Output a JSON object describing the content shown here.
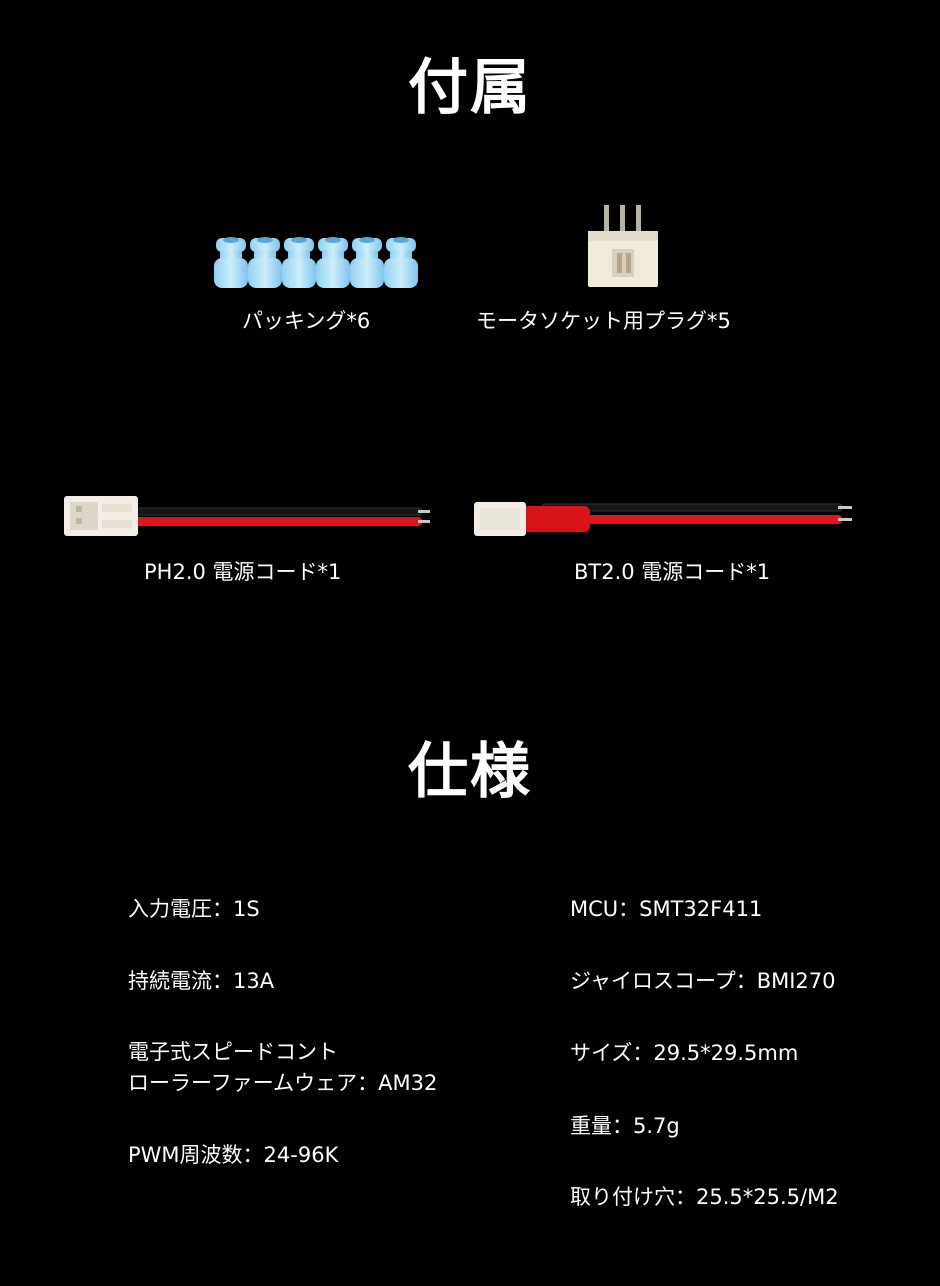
{
  "accessories": {
    "title": "付属",
    "items": [
      {
        "label": "パッキング*6",
        "icon": "rubber-grommet-set"
      },
      {
        "label": "モータソケット用プラグ*5",
        "icon": "three-pin-plug"
      },
      {
        "label": "PH2.0 電源コード*1",
        "icon": "ph20-power-cable"
      },
      {
        "label": "BT2.0 電源コード*1",
        "icon": "bt20-power-cable"
      }
    ]
  },
  "specs": {
    "title": "仕様",
    "left": [
      {
        "text": "入力電圧：1S"
      },
      {
        "text": "持続電流：13A"
      },
      {
        "line1": "電子式スピードコント",
        "line2": "ローラーファームウェア：AM32"
      },
      {
        "text": "PWM周波数：24-96K"
      }
    ],
    "right": [
      {
        "text": "MCU：SMT32F411"
      },
      {
        "text": "ジャイロスコープ：BMI270"
      },
      {
        "text": "サイズ：29.5*29.5mm"
      },
      {
        "text": "重量：5.7g"
      },
      {
        "text": "取り付け穴：25.5*25.5/M2"
      }
    ]
  },
  "colors": {
    "background": "#000000",
    "text": "#ffffff",
    "grommet": "#a9dcf5",
    "wire_red": "#e0141b",
    "wire_black": "#121212",
    "connector": "#f2eee6"
  }
}
